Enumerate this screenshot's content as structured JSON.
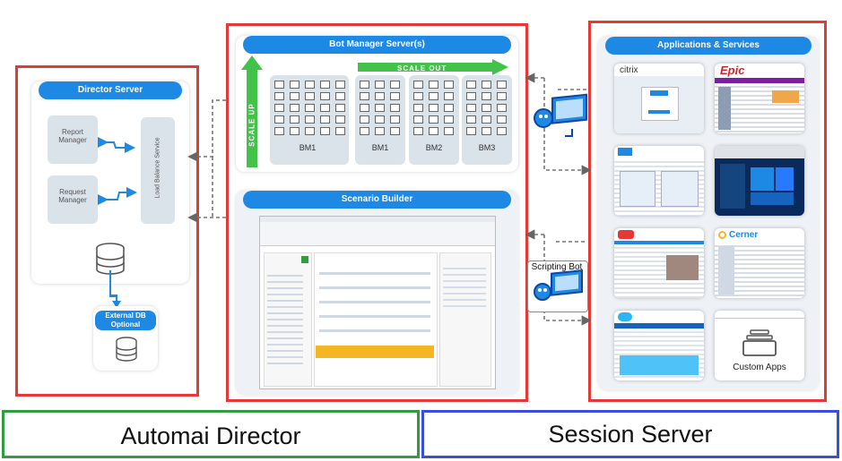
{
  "director": {
    "title": "Director Server",
    "report_manager": "Report Manager",
    "request_manager": "Request Manager",
    "load_balance": "Load Balance Service",
    "external_db": "External DB Optional"
  },
  "bot_manager": {
    "title": "Bot Manager Server(s)",
    "scale_up": "SCALE UP",
    "scale_out": "SCALE OUT",
    "labels": [
      "BM1",
      "BM1",
      "BM2",
      "BM3"
    ]
  },
  "scenario_builder": {
    "title": "Scenario Builder"
  },
  "applications": {
    "title": "Applications & Services",
    "citrix": "citrix",
    "epic": "Epic",
    "cerner": "Cerner",
    "custom_apps": "Custom Apps"
  },
  "scripting_bot": "Scripting Bot",
  "footer": {
    "left": "Automai Director",
    "right": "Session Server"
  },
  "colors": {
    "red_frame": "#e53935",
    "blue_header": "#1e88e5",
    "green_arrow": "#43c24a",
    "footer_green": "#2e9e3e",
    "footer_blue": "#3b4ed8"
  }
}
